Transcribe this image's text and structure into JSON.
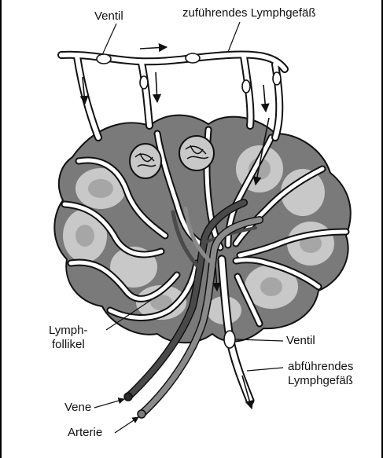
{
  "labels": {
    "valve_top": "Ventil",
    "afferent": "zuführendes Lymphgefäß",
    "follicle_line1": "Lymph-",
    "follicle_line2": "follikel",
    "valve_bottom": "Ventil",
    "efferent_line1": "abführendes",
    "efferent_line2": "Lymphgefäß",
    "vein": "Vene",
    "artery": "Arterie"
  },
  "colors": {
    "node_body": "#7a7a7a",
    "sinus": "#ffffff",
    "follicle_light": "#c8c8c8",
    "follicle_mid": "#a6a6a6",
    "outline": "#111111",
    "vein": "#4a4a4a",
    "artery": "#8a8a8a"
  }
}
